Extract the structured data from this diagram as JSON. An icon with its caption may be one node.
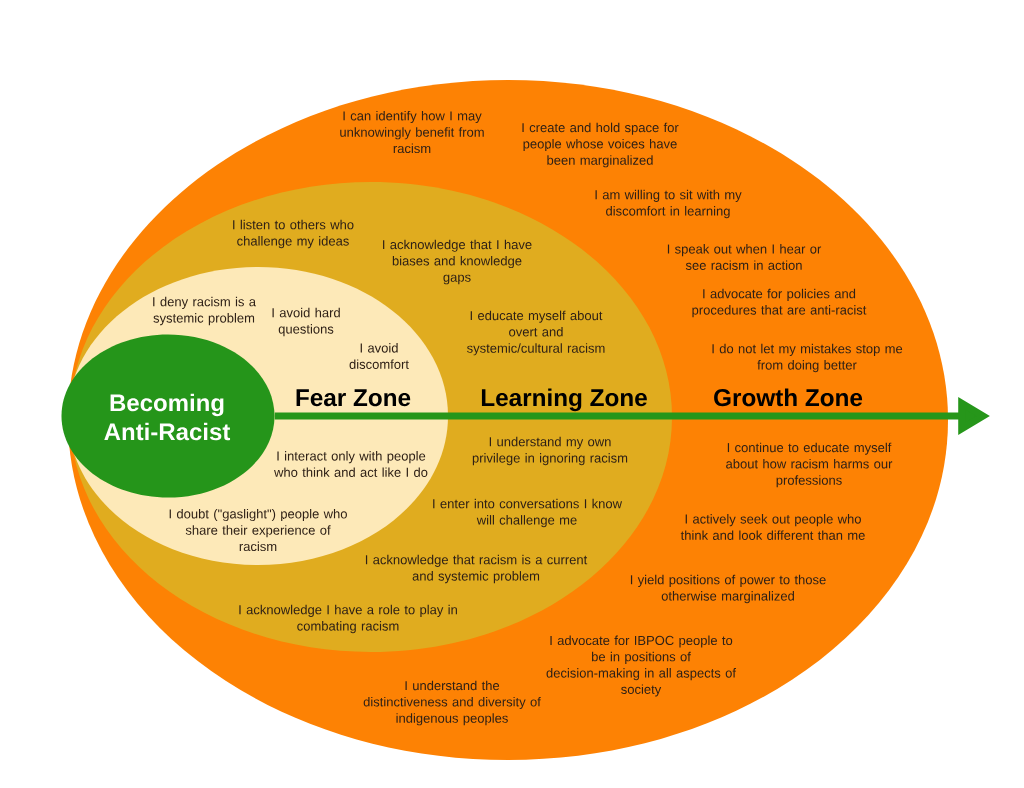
{
  "diagram": {
    "nodes": [
      {
        "text": [
          "Growth Zone",
          "I can identify how I may unknowingly benefit from racism",
          "I create and hold space for people whose voices have been marginalized",
          "I am willing to sit with my discomfort in learning",
          "I speak out when I hear or see racism in action",
          "I advocate for policies and procedures that are anti-racist",
          "I do not let my mistakes stop me from doing better",
          "I continue to educate myself about how racism harms our professions",
          "I actively seek out people who think and look different than me",
          "I yield positions of power to those otherwise marginalized",
          "I advocate for IBPOC people to be in positions of decision-making in all aspects of society",
          "I understand the distinctiveness and diversity of indigenous peoples"
        ]
      },
      {
        "text": [
          "Learning Zone",
          "I listen to others who challenge my ideas",
          "I acknowledge that I have biases and knowledge gaps",
          "I educate myself about overt and systemic/cultural racism",
          "I understand my own privilege in ignoring racism",
          "I enter into conversations I know will challenge me",
          "I acknowledge that racism is a current and systemic problem",
          "I acknowledge I have a role to play in combating racism"
        ],
        "in": 0
      },
      {
        "text": [
          "Fear Zone",
          "I deny racism is a systemic problem",
          "I avoid hard questions",
          "I avoid discomfort",
          "I interact only with people who think and act like I do",
          "I doubt (\"gaslight\") people who share their experience of racism"
        ],
        "in": 1
      },
      {
        "text": [
          "Becoming Anti-Racist"
        ],
        "in": 2
      }
    ],
    "edges": [
      {
        "from": 3,
        "to": 0,
        "arrow": "to",
        "color": "#26961a"
      }
    ]
  }
}
